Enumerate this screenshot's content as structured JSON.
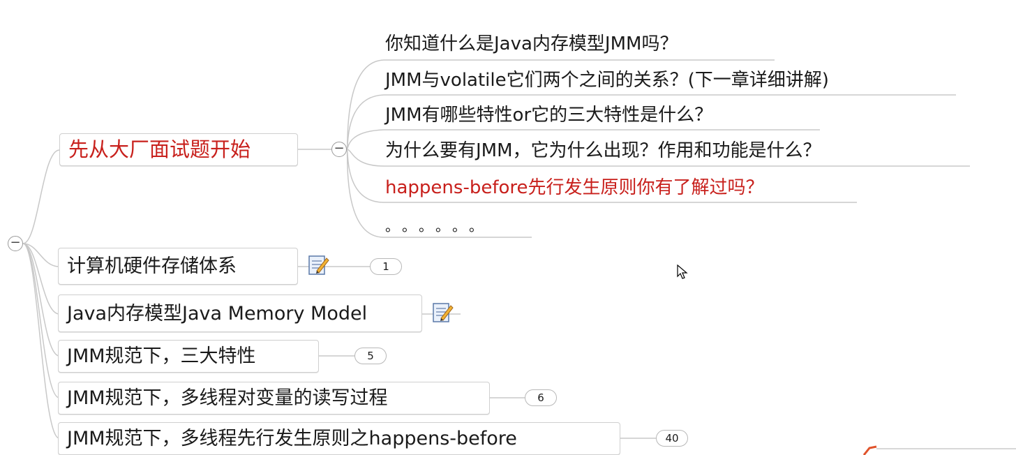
{
  "root_toggle": "−",
  "nodes": {
    "interview": {
      "label": "先从大厂面试题开始",
      "toggle": "−"
    },
    "hardware": {
      "label": "计算机硬件存储体系",
      "badge": "1"
    },
    "jmm": {
      "label": "Java内存模型Java Memory Model"
    },
    "features": {
      "label": "JMM规范下，三大特性",
      "badge": "5"
    },
    "readwrite": {
      "label": "JMM规范下，多线程对变量的读写过程",
      "badge": "6"
    },
    "happens": {
      "label": "JMM规范下，多线程先行发生原则之happens-before",
      "badge": "40"
    }
  },
  "questions": [
    {
      "text": "你知道什么是Java内存模型JMM吗？",
      "highlight": false
    },
    {
      "text": "JMM与volatile它们两个之间的关系？(下一章详细讲解)",
      "highlight": false
    },
    {
      "text": "JMM有哪些特性or它的三大特性是什么？",
      "highlight": false
    },
    {
      "text": "为什么要有JMM，它为什么出现？作用和功能是什么？",
      "highlight": false
    },
    {
      "text": "happens-before先行发生原则你有了解过吗？",
      "highlight": true
    },
    {
      "text": "。。。。。。",
      "highlight": false
    }
  ],
  "icons": [
    "note-icon",
    "cursor-icon"
  ],
  "colors": {
    "highlight": "#c8201c",
    "line": "#c8c8c8"
  }
}
